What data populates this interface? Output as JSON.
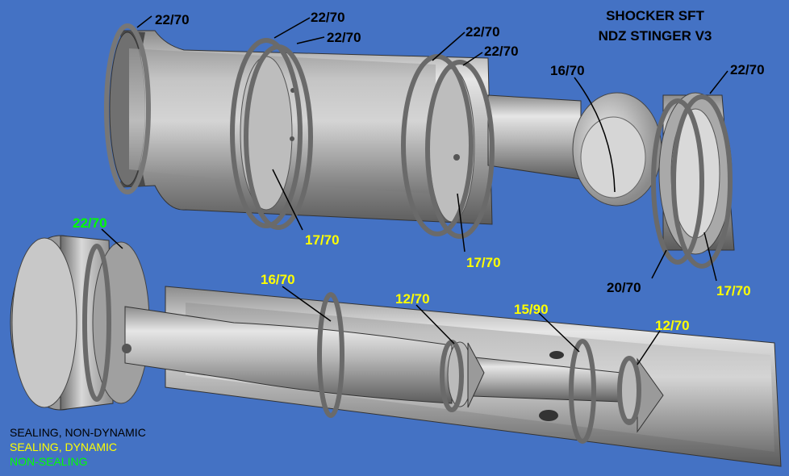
{
  "title": [
    "SHOCKER SFT",
    "NDZ STINGER V3"
  ],
  "colors": {
    "background": "#4472c4",
    "sealing_non_dynamic": "#000000",
    "sealing_dynamic": "#ffff00",
    "non_sealing": "#00ff00",
    "metal_light": "#d2d2d2",
    "metal_dark": "#5a5a5a",
    "oring": "#6a6a6a"
  },
  "labels": {
    "l1": "22/70",
    "l2": "22/70",
    "l3": "22/70",
    "l4": "22/70",
    "l5": "22/70",
    "l6": "16/70",
    "l7": "22/70",
    "l8": "17/70",
    "l9": "17/70",
    "l10": "20/70",
    "l11": "17/70",
    "l12": "22/70",
    "l13": "16/70",
    "l14": "12/70",
    "l15": "15/90",
    "l16": "12/70"
  },
  "legend": [
    {
      "text": "SEALING, NON-DYNAMIC",
      "color": "#000000"
    },
    {
      "text": "SEALING, DYNAMIC",
      "color": "#ffff00"
    },
    {
      "text": "NON-SEALING",
      "color": "#00ff00"
    }
  ]
}
